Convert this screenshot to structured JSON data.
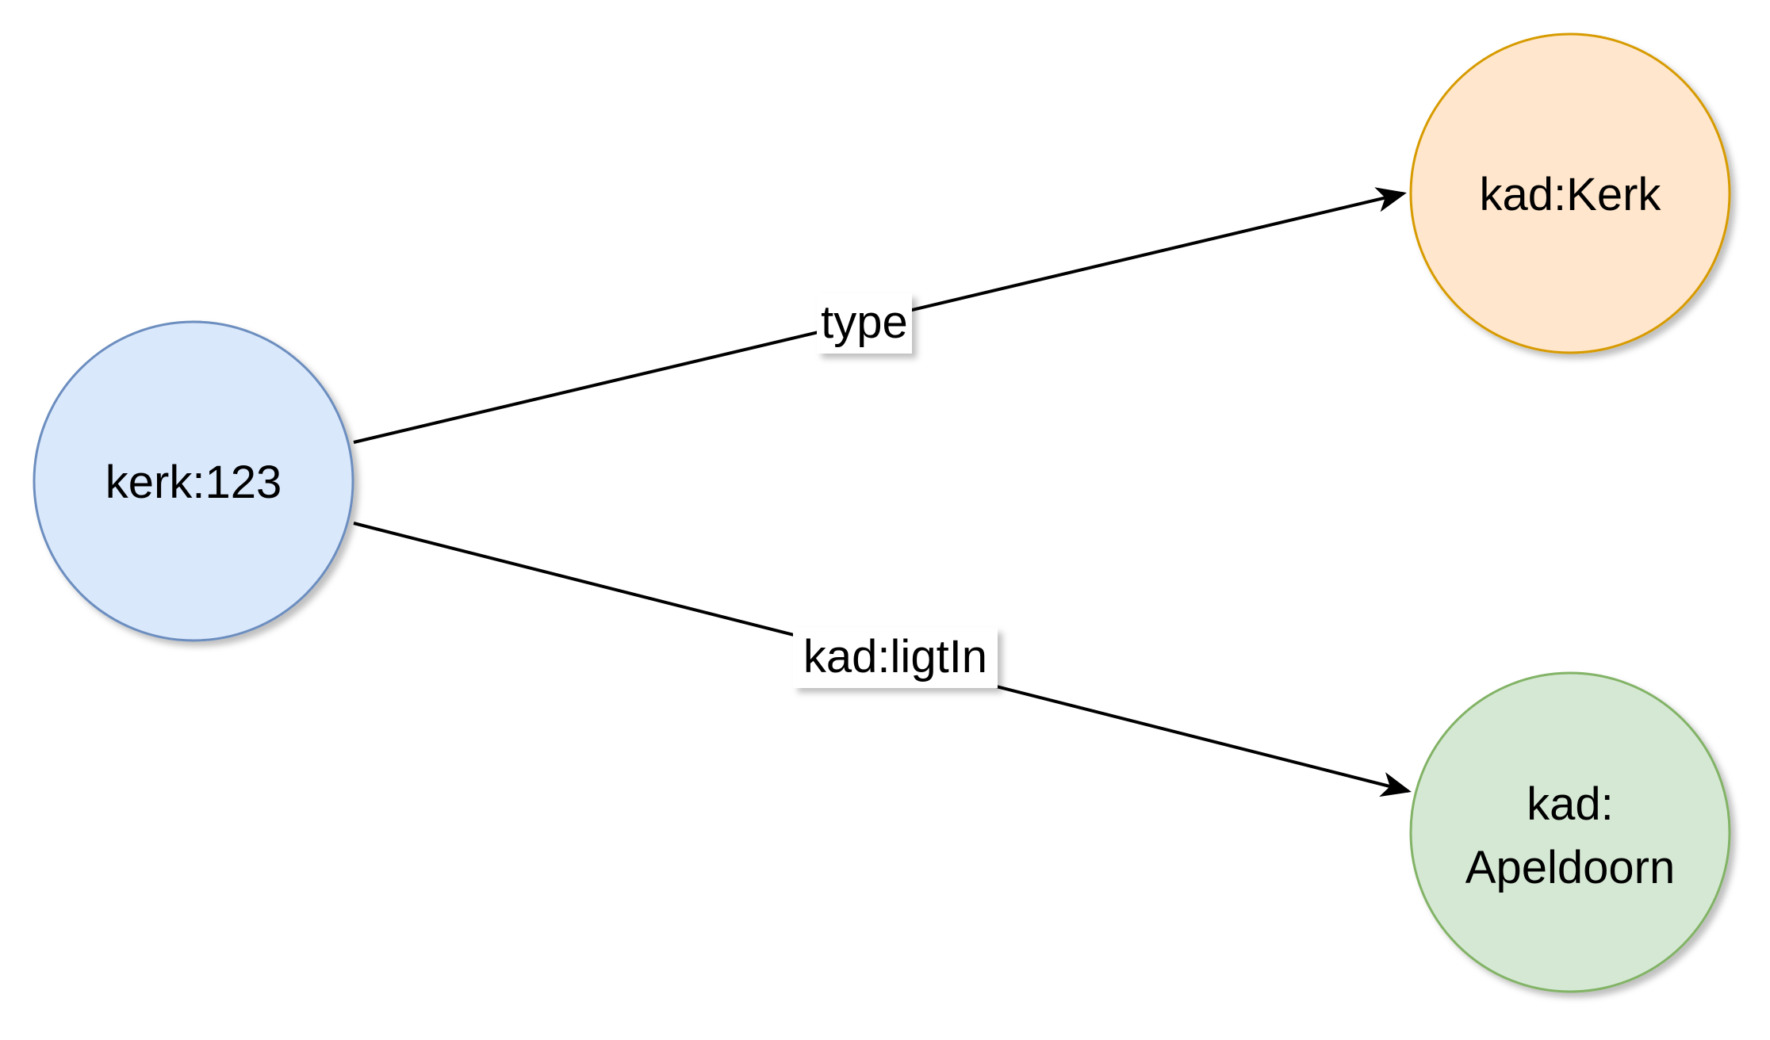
{
  "nodes": {
    "subject": {
      "label": "kerk:123",
      "fill": "#dae8fc",
      "stroke": "#6c8ebf"
    },
    "type_target": {
      "label": "kad:Kerk",
      "fill": "#ffe6cc",
      "stroke": "#d79b00"
    },
    "location_target": {
      "label_line1": "kad:",
      "label_line2": "Apeldoorn",
      "fill": "#d5e8d4",
      "stroke": "#82b366"
    }
  },
  "edges": {
    "type_edge": {
      "label": "type"
    },
    "ligtin_edge": {
      "label": "kad:ligtIn"
    }
  }
}
